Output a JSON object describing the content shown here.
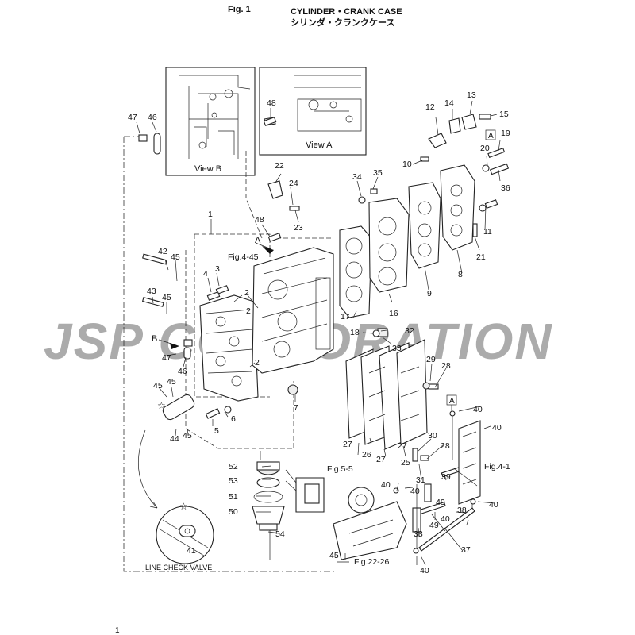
{
  "header": {
    "fig_label": "Fig. 1",
    "title": "CYLINDER・CRANK CASE",
    "title_jp": "シリンダ・クランクケース"
  },
  "views": {
    "view_a": "View A",
    "view_b": "View B",
    "marker_a": "A",
    "marker_b": "B"
  },
  "references": {
    "fig_4_45": "Fig.4-45",
    "fig_5_5": "Fig.5-5",
    "fig_22_26": "Fig.22-26",
    "fig_4_1": "Fig.4-1"
  },
  "box_marker": "A",
  "inset_label": "LINE CHECK VALVE",
  "watermark": "JSP CORPORATION",
  "page_number": "1",
  "callouts": [
    "1",
    "2",
    "2",
    "2",
    "3",
    "4",
    "5",
    "6",
    "7",
    "8",
    "9",
    "10",
    "11",
    "12",
    "13",
    "14",
    "15",
    "16",
    "17",
    "18",
    "19",
    "20",
    "21",
    "22",
    "23",
    "24",
    "25",
    "26",
    "27",
    "27",
    "27",
    "28",
    "28",
    "29",
    "30",
    "31",
    "32",
    "33",
    "34",
    "35",
    "36",
    "37",
    "38",
    "38",
    "39",
    "40",
    "40",
    "40",
    "40",
    "40",
    "40",
    "40",
    "41",
    "42",
    "43",
    "44",
    "45",
    "45",
    "45",
    "45",
    "45",
    "45",
    "46",
    "46",
    "47",
    "47",
    "48",
    "48",
    "49",
    "49",
    "50",
    "51",
    "52",
    "53",
    "54"
  ]
}
